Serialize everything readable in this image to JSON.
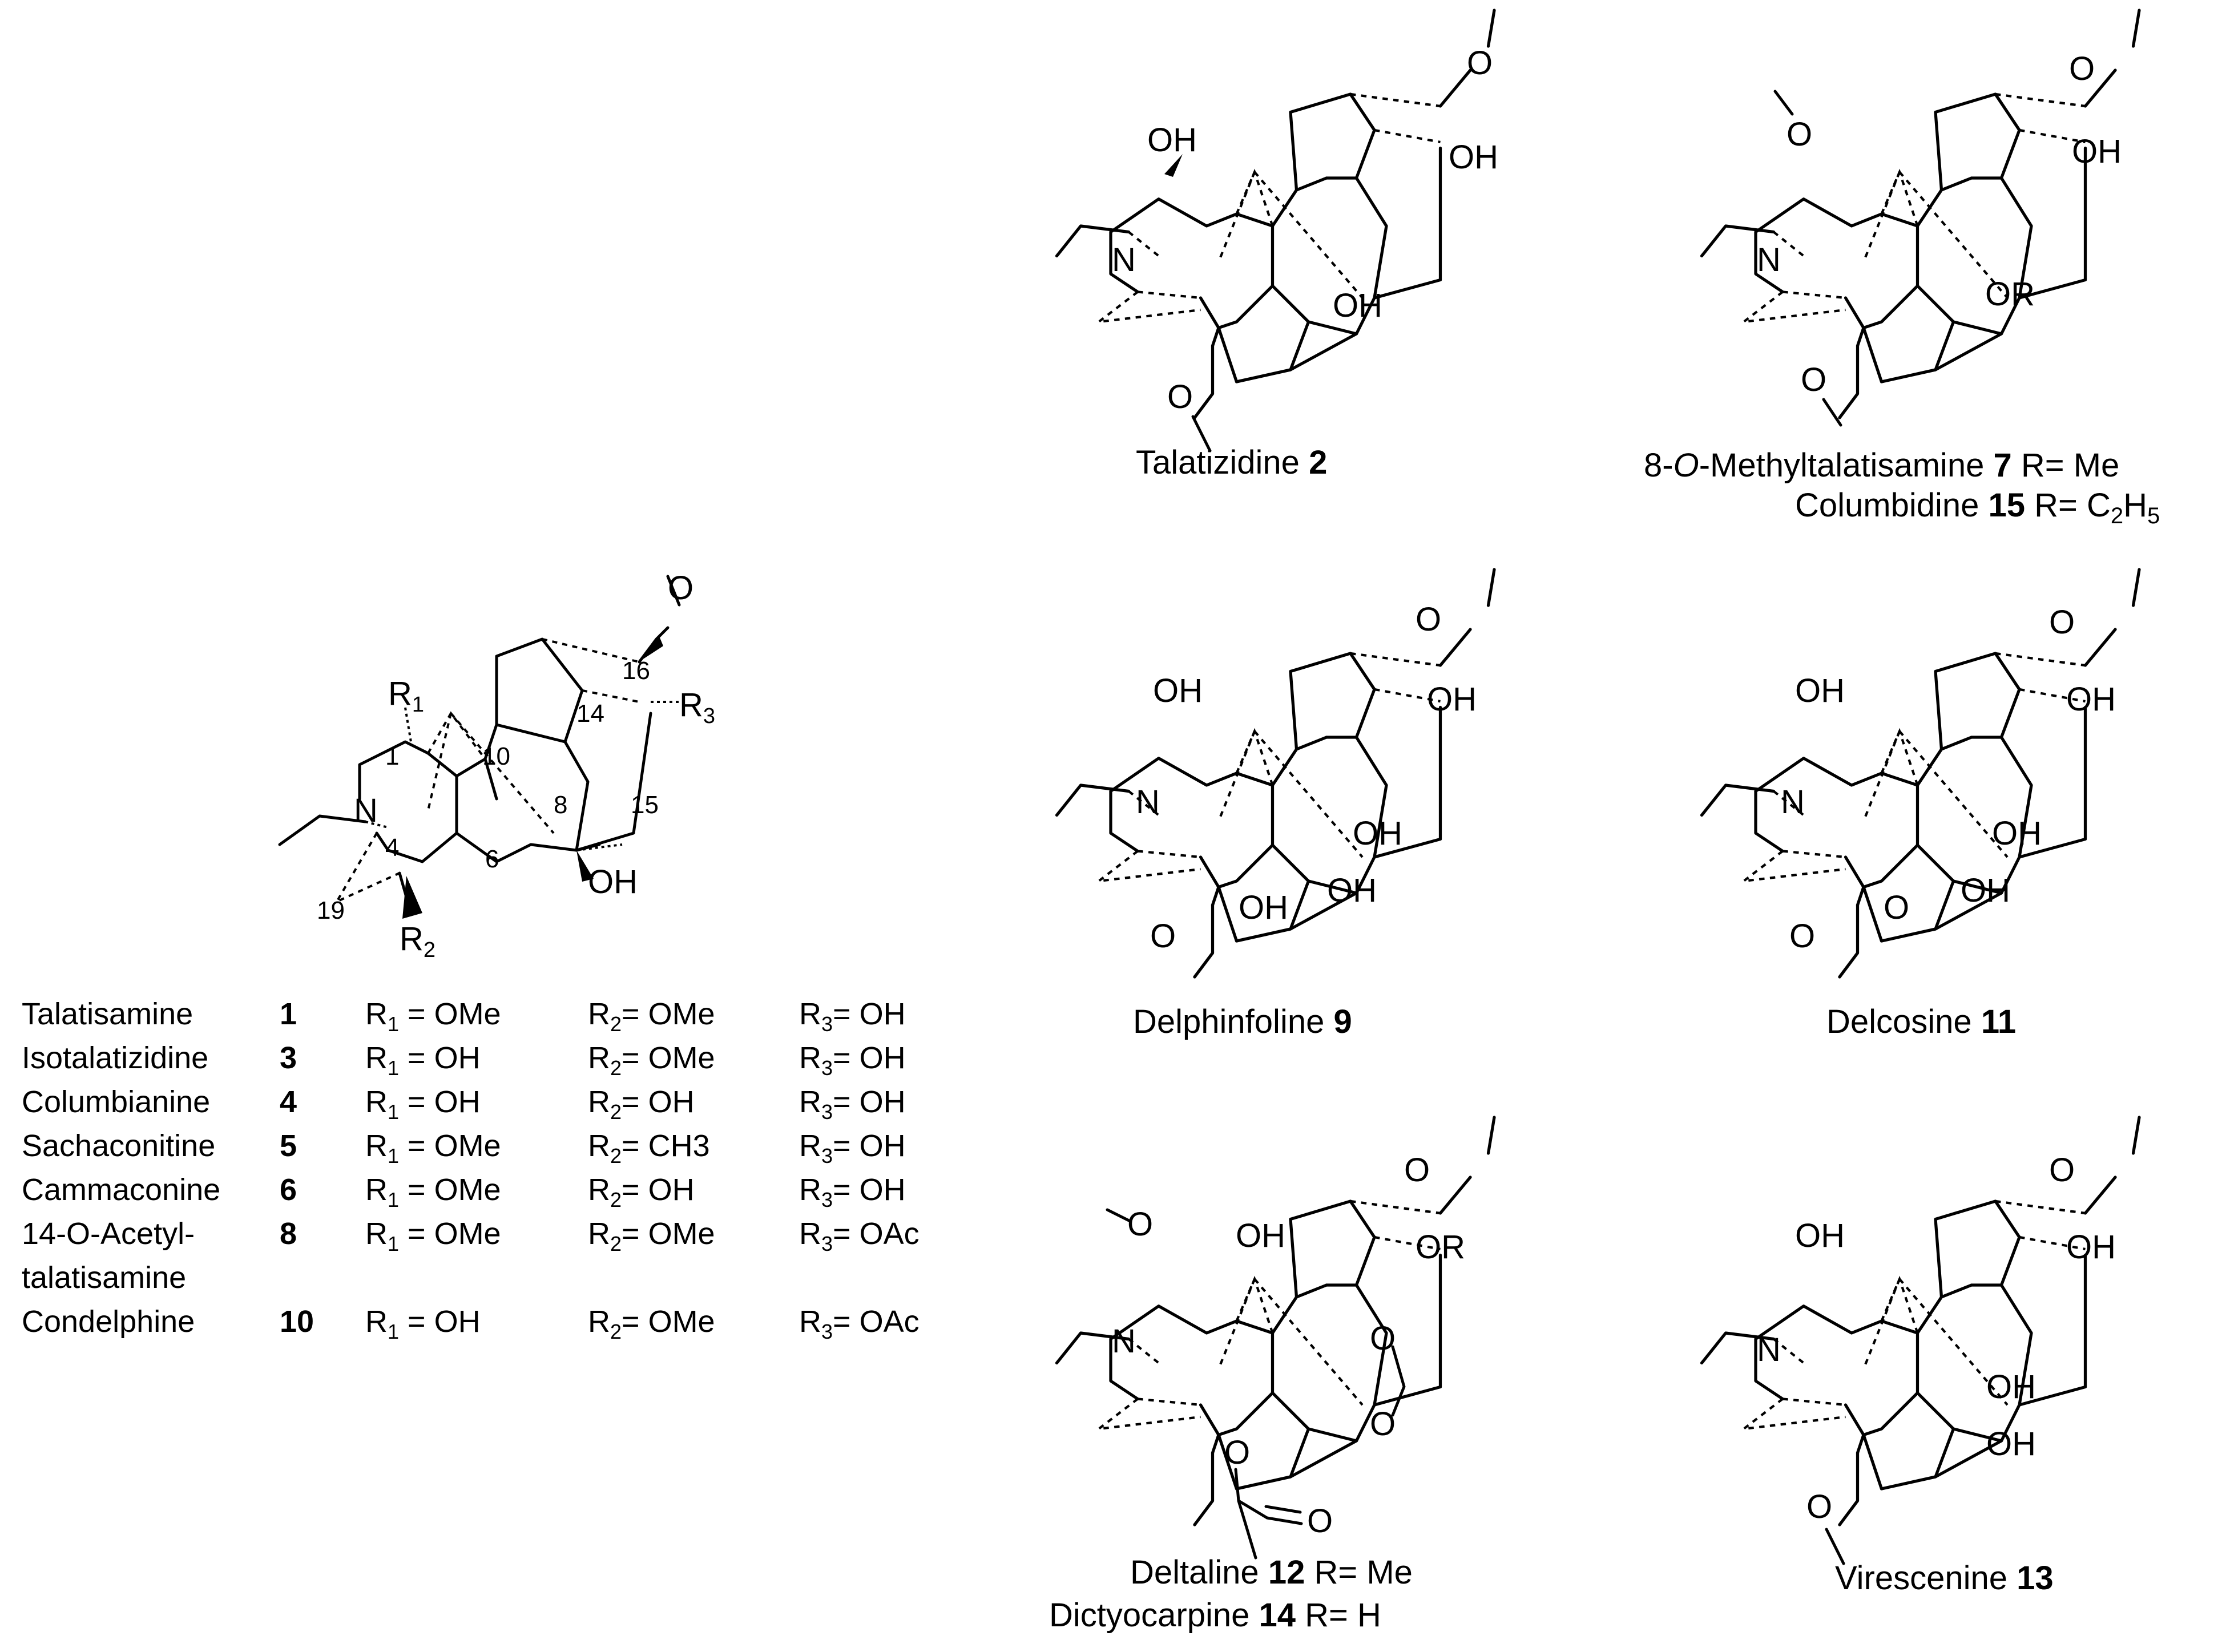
{
  "atom_labels": {
    "OH": "OH",
    "N": "N",
    "O": "O",
    "OR": "OR",
    "R1": "R",
    "R2": "R",
    "R3": "R",
    "sub1": "1",
    "sub2": "2",
    "sub3": "3"
  },
  "core_numbers": [
    "1",
    "4",
    "6",
    "8",
    "10",
    "14",
    "15",
    "16",
    "19"
  ],
  "table": {
    "rows": [
      {
        "name": "Talatisamine",
        "num": "1",
        "r1": "= OMe",
        "r2": "=  OMe",
        "r3": "=  OH"
      },
      {
        "name": "Isotalatizidine",
        "num": "3",
        "r1": "= OH",
        "r2": "=  OMe",
        "r3": "=  OH"
      },
      {
        "name": "Columbianine",
        "num": "4",
        "r1": "= OH",
        "r2": "=  OH",
        "r3": "=  OH"
      },
      {
        "name": "Sachaconitine",
        "num": "5",
        "r1": "= OMe",
        "r2": "=  CH3",
        "r3": "=  OH"
      },
      {
        "name": "Cammaconine",
        "num": "6",
        "r1": "= OMe",
        "r2": "=  OH",
        "r3": "=  OH"
      },
      {
        "name": "14-O-Acetyl-",
        "name2": "talatisamine",
        "num": "8",
        "r1": "= OMe",
        "r2": "=  OMe",
        "r3": "=  OAc"
      },
      {
        "name": "Condelphine",
        "num": "10",
        "r1": "= OH",
        "r2": "=  OMe",
        "r3": "=  OAc"
      }
    ]
  },
  "captions": {
    "talatizidine": {
      "name": "Talatizidine ",
      "num": "2"
    },
    "methyltalatisamine": {
      "prefix": "8-",
      "italic": "O",
      "name": "-Methyltalatisamine ",
      "num": "7",
      "rest": " R= Me"
    },
    "columbidine": {
      "name": "Columbidine ",
      "num": "15",
      "rest": " R= C",
      "sub_a": "2",
      "mid": "H",
      "sub_b": "5"
    },
    "delphinfoline": {
      "name": "Delphinfoline ",
      "num": "9"
    },
    "delcosine": {
      "name": "Delcosine ",
      "num": "11"
    },
    "deltaline": {
      "name": "Deltaline ",
      "num": "12",
      "rest": " R= Me"
    },
    "dictyocarpine": {
      "name": "Dictyocarpine ",
      "num": "14",
      "rest": " R= H"
    },
    "virescenine": {
      "name": "Virescenine ",
      "num": "13"
    }
  }
}
